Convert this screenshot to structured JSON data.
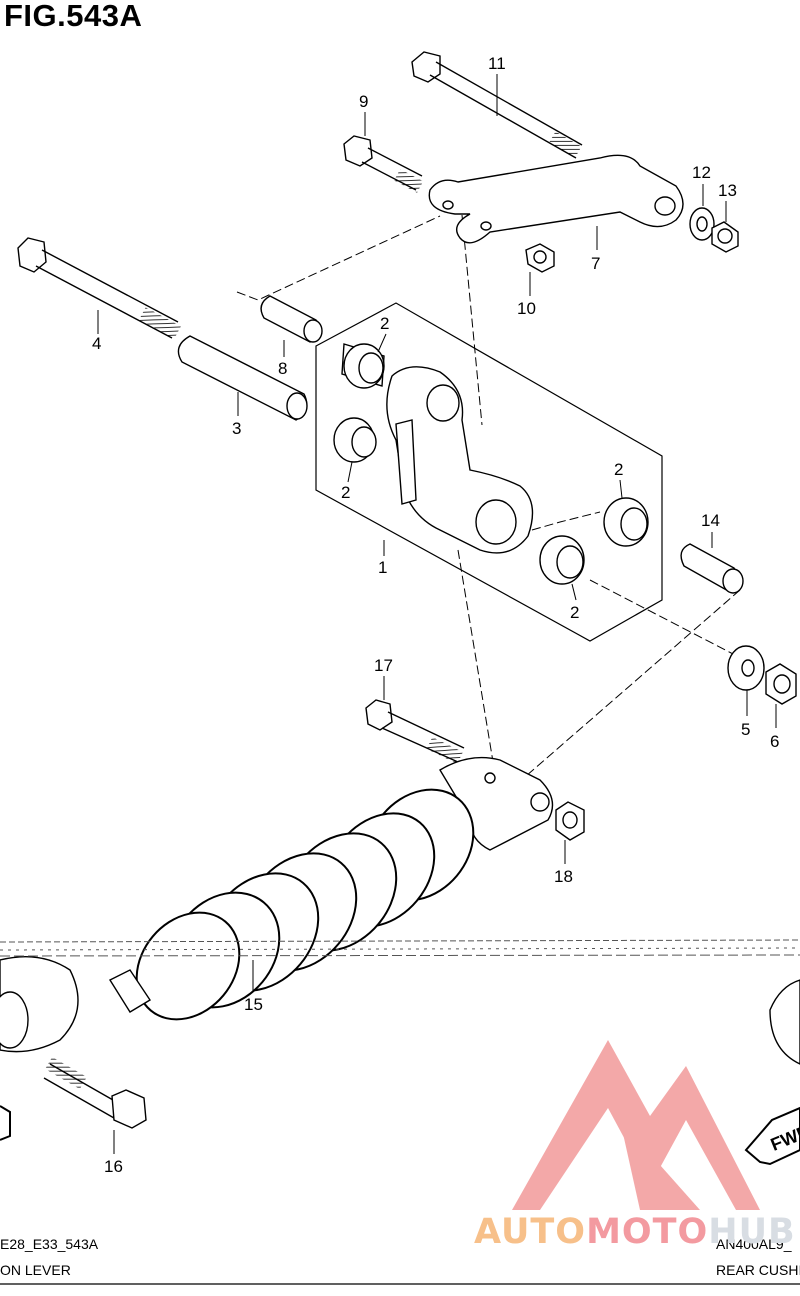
{
  "figure": {
    "title": "FIG.543A"
  },
  "callouts": [
    {
      "id": "c1",
      "label": "1"
    },
    {
      "id": "c2a",
      "label": "2"
    },
    {
      "id": "c2b",
      "label": "2"
    },
    {
      "id": "c2c",
      "label": "2"
    },
    {
      "id": "c2d",
      "label": "2"
    },
    {
      "id": "c3",
      "label": "3"
    },
    {
      "id": "c4",
      "label": "4"
    },
    {
      "id": "c5",
      "label": "5"
    },
    {
      "id": "c6",
      "label": "6"
    },
    {
      "id": "c7",
      "label": "7"
    },
    {
      "id": "c8",
      "label": "8"
    },
    {
      "id": "c9",
      "label": "9"
    },
    {
      "id": "c10",
      "label": "10"
    },
    {
      "id": "c11",
      "label": "11"
    },
    {
      "id": "c12",
      "label": "12"
    },
    {
      "id": "c13",
      "label": "13"
    },
    {
      "id": "c14",
      "label": "14"
    },
    {
      "id": "c15",
      "label": "15"
    },
    {
      "id": "c16",
      "label": "16"
    },
    {
      "id": "c17",
      "label": "17"
    },
    {
      "id": "c18",
      "label": "18"
    }
  ],
  "footer": {
    "left_code": "E28_E33_543A",
    "left_title": "ON LEVER",
    "right_code": "AN400AL9_",
    "right_title": "REAR CUSHI"
  },
  "fwd_label": "FWD",
  "watermark": {
    "part1": "AUTO",
    "part2": "MOTO",
    "part3": "HUB"
  },
  "colors": {
    "line": "#000000",
    "watermark_orange": "#f7c08a",
    "watermark_red": "#f39aa0",
    "logo": "#ef8b8b"
  }
}
